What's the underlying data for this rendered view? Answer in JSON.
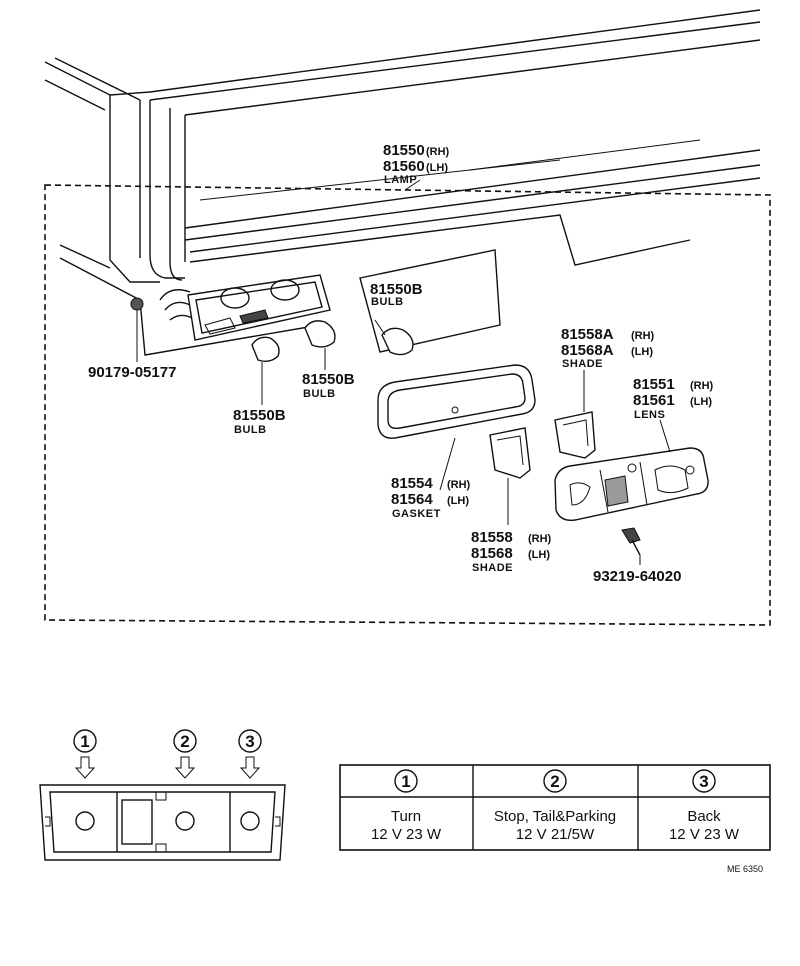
{
  "parts": {
    "lamp": {
      "rh": "81550",
      "rh_tag": "(RH)",
      "lh": "81560",
      "lh_tag": "(LH)",
      "name": "LAMP"
    },
    "clip": {
      "number": "90179-05177"
    },
    "bulb_top": {
      "number": "81550B",
      "name": "BULB"
    },
    "bulb_mid": {
      "number": "81550B",
      "name": "BULB"
    },
    "bulb_left": {
      "number": "81550B",
      "name": "BULB"
    },
    "shade_a": {
      "rh": "81558A",
      "rh_tag": "(RH)",
      "lh": "81568A",
      "lh_tag": "(LH)",
      "name": "SHADE"
    },
    "lens": {
      "rh": "81551",
      "rh_tag": "(RH)",
      "lh": "81561",
      "lh_tag": "(LH)",
      "name": "LENS"
    },
    "gasket": {
      "rh": "81554",
      "rh_tag": "(RH)",
      "lh": "81564",
      "lh_tag": "(LH)",
      "name": "GASKET"
    },
    "shade": {
      "rh": "81558",
      "rh_tag": "(RH)",
      "lh": "81568",
      "lh_tag": "(LH)",
      "name": "SHADE"
    },
    "screw": {
      "number": "93219-64020"
    }
  },
  "markers": [
    "1",
    "2",
    "3"
  ],
  "bulb_table": {
    "columns": [
      {
        "marker": "1",
        "function": "Turn",
        "spec": "12 V 23 W"
      },
      {
        "marker": "2",
        "function": "Stop, Tail&Parking",
        "spec": "12 V 21/5W"
      },
      {
        "marker": "3",
        "function": "Back",
        "spec": "12 V 23 W"
      }
    ]
  },
  "drawing_code": "ME 6350"
}
